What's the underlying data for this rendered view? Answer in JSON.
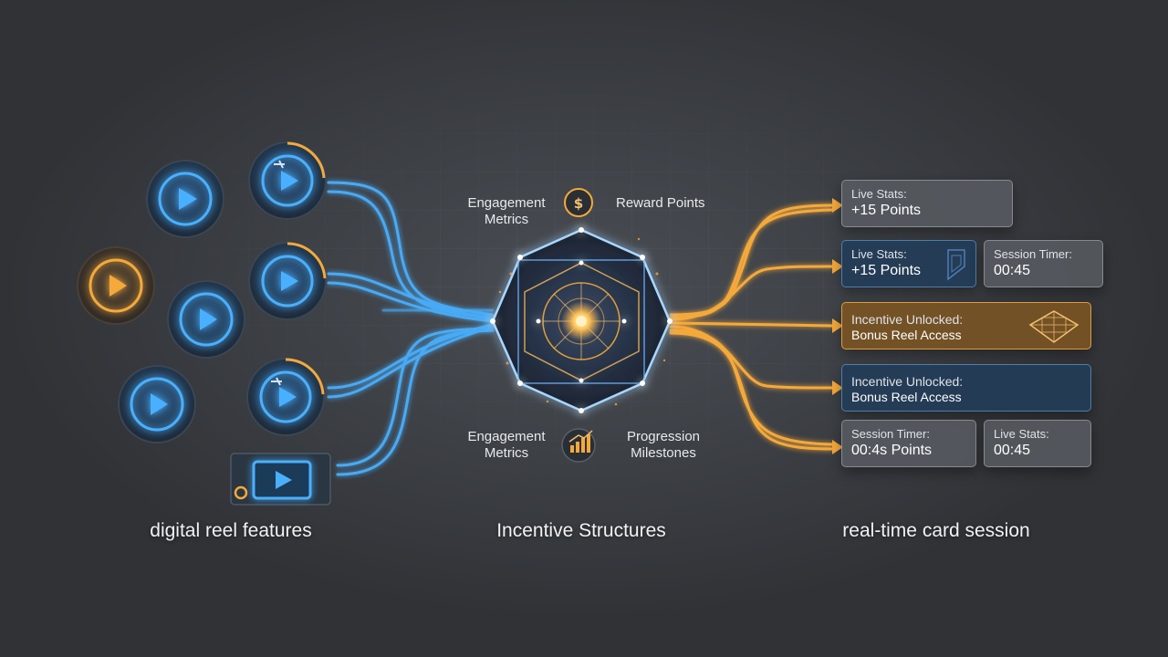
{
  "sections": {
    "left": "digital reel features",
    "center": "Incentive Structures",
    "right": "real-time card session"
  },
  "hub_labels": {
    "top_left": "Engagement\nMetrics",
    "top_right": "Reward Points",
    "bottom_left": "Engagement\nMetrics",
    "bottom_right": "Progression\nMilestones"
  },
  "hub_icons": {
    "top": "coin-icon",
    "bottom": "bar-chart-icon"
  },
  "cards": {
    "c1": {
      "title": "Live Stats:",
      "value": "+15 Points"
    },
    "c2": {
      "title": "Live Stats:",
      "value": "+15 Points"
    },
    "c3": {
      "title": "Session Timer:",
      "value": "00:45"
    },
    "c4": {
      "title": "Incentive Unlocked:",
      "value": "Bonus Reel Access"
    },
    "c5": {
      "title": "Incentive Unlocked:",
      "value": "Bonus Reel Access"
    },
    "c6": {
      "title": "Session Timer:",
      "value": "00:4s Points"
    },
    "c7": {
      "title": "Live Stats:",
      "value": "00:45"
    }
  },
  "colors": {
    "blue_accent": "#3fa7ff",
    "gold_accent": "#f5a623",
    "background": "#3a3d42"
  }
}
